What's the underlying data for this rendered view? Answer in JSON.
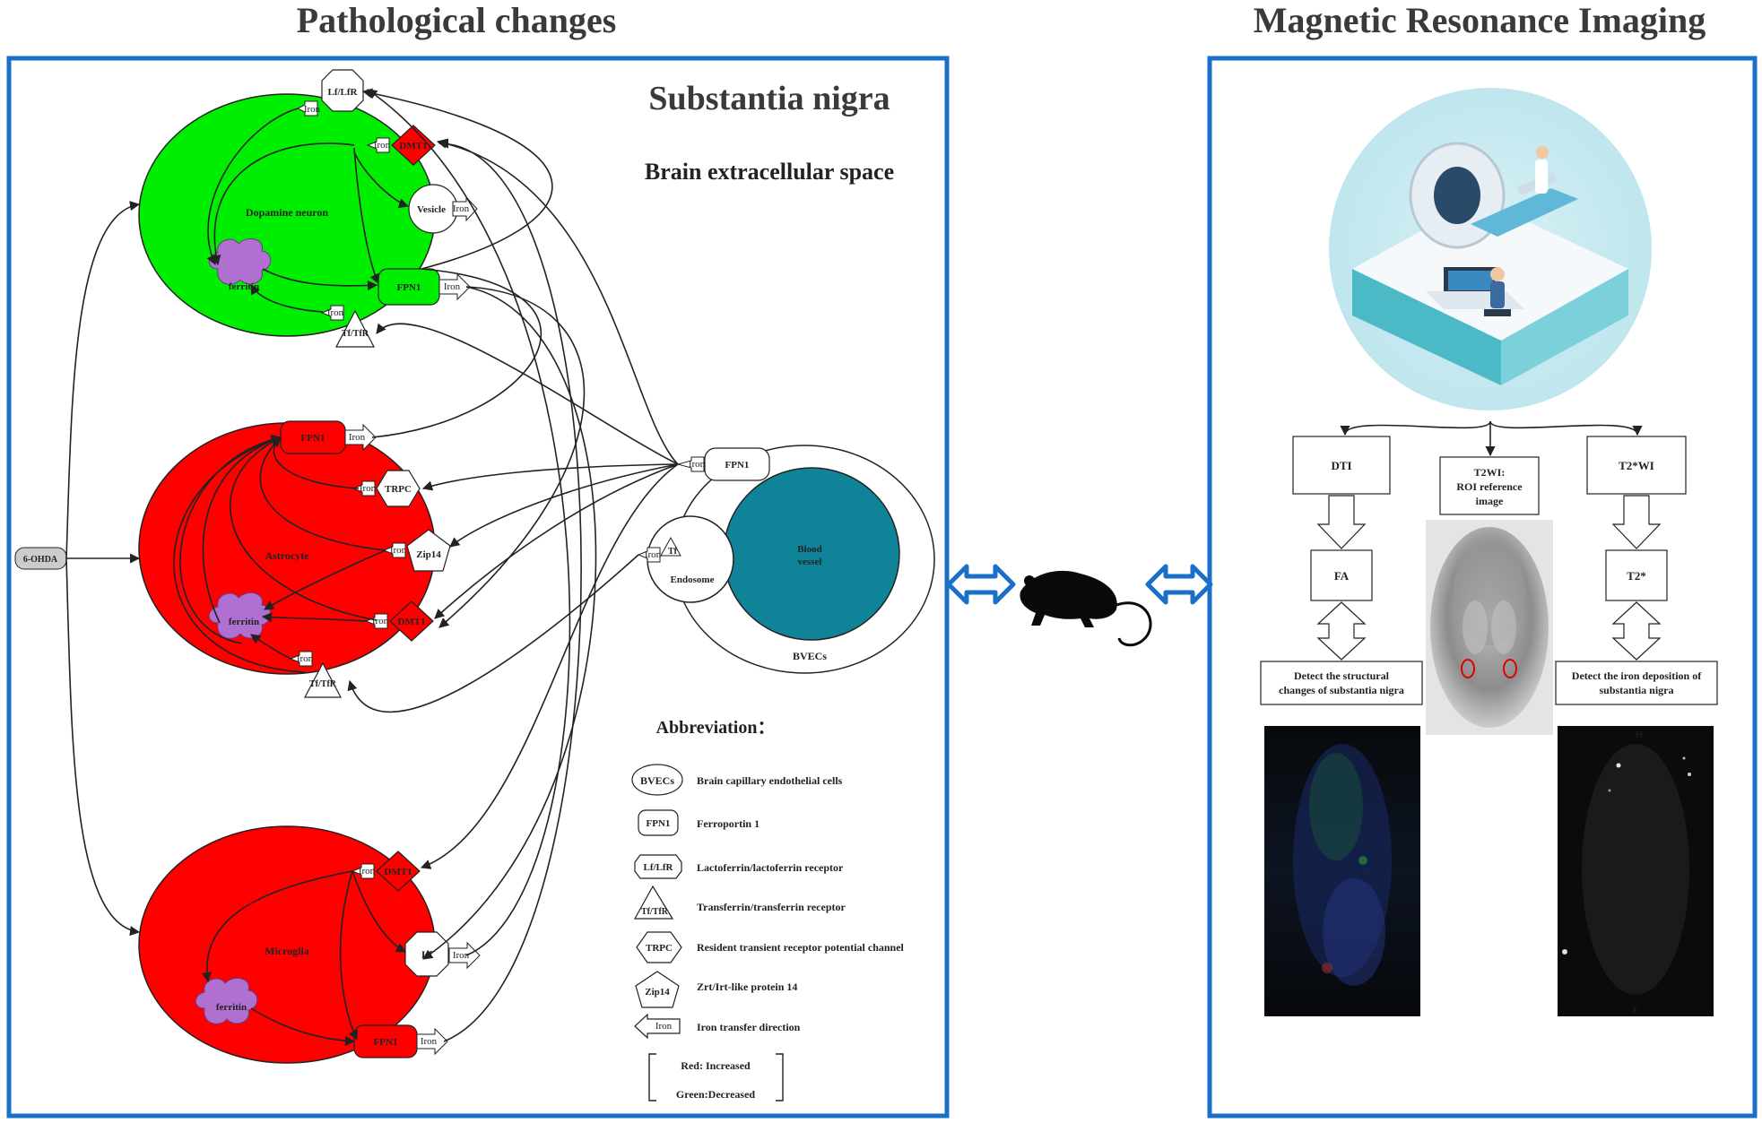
{
  "titles": {
    "left": "Pathological changes",
    "right": "Magnetic Resonance Imaging",
    "region": "Substantia nigra",
    "space": "Brain extracellular space"
  },
  "trigger": "6-OHDA",
  "cells": {
    "dopamine": {
      "name": "Dopamine neuron",
      "lf": "Lf/LfR",
      "dmt1": "DMT1",
      "vesicle": "Vesicle",
      "fpn1": "FPN1",
      "ferritin": "ferritin",
      "tftfr": "Tf/TfR"
    },
    "astrocyte": {
      "name": "Astrocyte",
      "fpn1": "FPN1",
      "trpc": "TRPC",
      "zip14": "Zip14",
      "dmt1": "DMT1",
      "ferritin": "ferritin",
      "tftfr": "Tf/TfR"
    },
    "microglia": {
      "name": "Microglia",
      "dmt1": "DMT1",
      "lf": "Lf",
      "ferritin": "ferritin",
      "fpn1": "FPN1"
    }
  },
  "iron_tag": "Iron",
  "bvec": {
    "fpn1": "FPN1",
    "tf": "Tf",
    "endosome": "Endosome",
    "vessel_line1": "Blood",
    "vessel_line2": "vessel",
    "label": "BVECs"
  },
  "abbreviation": {
    "title": "Abbreviation：",
    "items": [
      {
        "symbol": "BVECs",
        "text": "Brain capillary endothelial cells"
      },
      {
        "symbol": "FPN1",
        "text": "Ferroportin 1"
      },
      {
        "symbol": "Lf/LfR",
        "text": "Lactoferrin/lactoferrin receptor"
      },
      {
        "symbol": "Tf/TfR",
        "text": "Transferrin/transferrin receptor"
      },
      {
        "symbol": "TRPC",
        "text": "Resident transient receptor potential channel"
      },
      {
        "symbol": "Zip14",
        "text": "Zrt/Irt-like protein 14"
      },
      {
        "symbol": "Iron",
        "text": "Iron transfer direction"
      }
    ],
    "legend_red": "Red: Increased",
    "legend_green": "Green:Decreased"
  },
  "mri": {
    "dti": "DTI",
    "t2wi_line1": "T2WI:",
    "t2wi_line2": "ROI reference",
    "t2wi_line3": "image",
    "t2star_wi": "T2*WI",
    "fa": "FA",
    "t2star": "T2*",
    "detect_left_1": "Detect the structural",
    "detect_left_2": "changes of substantia nigra",
    "detect_right_1": "Detect the iron deposition of",
    "detect_right_2": "substantia nigra",
    "scan_marker_top": "H",
    "scan_marker_bottom": "F"
  },
  "colors": {
    "panel_border": "#1a6fc9",
    "decreased": "#00ee00",
    "increased": "#ff0000",
    "ferritin": "#b070d0",
    "vessel": "#0f8499"
  }
}
